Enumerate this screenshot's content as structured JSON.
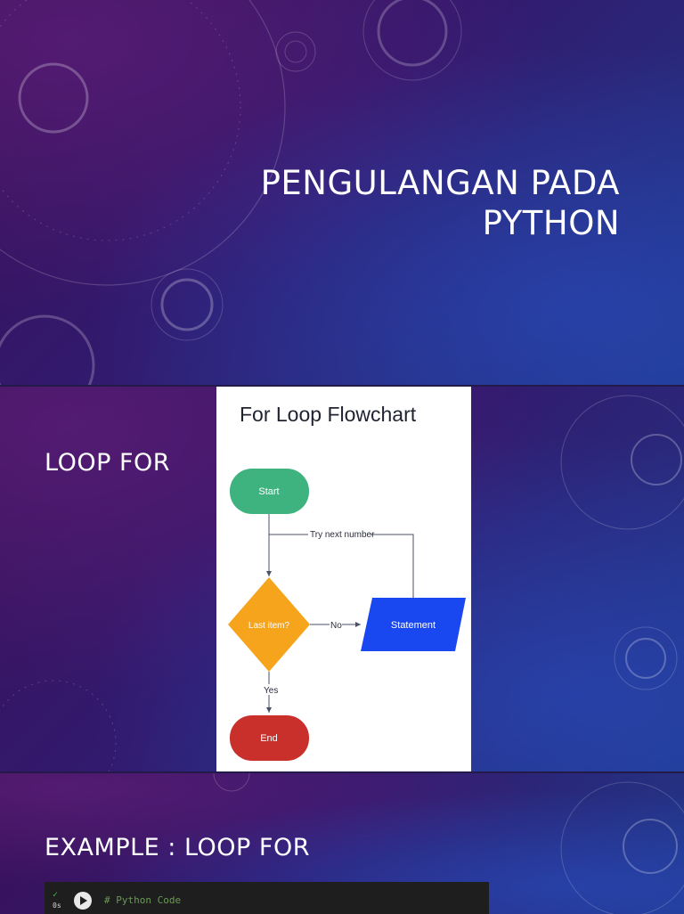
{
  "slides": [
    {
      "title_line1": "PENGULANGAN PADA",
      "title_line2": "PYTHON"
    },
    {
      "heading": "LOOP FOR",
      "flowchart": {
        "title": "For Loop Flowchart",
        "nodes": {
          "start": "Start",
          "decision": "Last item?",
          "statement": "Statement",
          "end": "End"
        },
        "edges": {
          "loop_back": "Try next number",
          "no": "No",
          "yes": "Yes"
        },
        "colors": {
          "start": "#3fb37f",
          "decision": "#f5a41c",
          "statement": "#1a48f0",
          "end": "#c9302c"
        }
      }
    },
    {
      "heading": "EXAMPLE : LOOP FOR",
      "code": {
        "check": "✓",
        "time": "0s",
        "line1": "# Python Code"
      }
    }
  ]
}
